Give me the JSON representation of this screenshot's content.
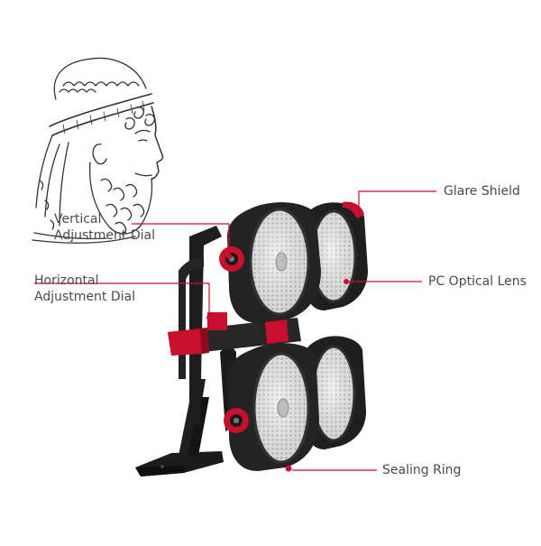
{
  "callouts": {
    "vertical_dial": {
      "line1": "Vertical",
      "line2": "Adjustment Dial"
    },
    "horizontal_dial": {
      "line1": "Horizontal",
      "line2": "Adjustment Dial"
    },
    "glare_shield": "Glare Shield",
    "pc_optical_lens": "PC Optical Lens",
    "sealing_ring": "Sealing Ring"
  },
  "colors": {
    "accent": "#c8102e",
    "housing": "#1f1f1f",
    "housing_edge": "#3a3a3a",
    "lens": "#e6e6e6",
    "label_text": "#4a4a4a",
    "sketch": "#333333"
  },
  "icons": {
    "portrait": "greek-philosopher-head-sketch",
    "product": "four-head-led-floodlight"
  }
}
